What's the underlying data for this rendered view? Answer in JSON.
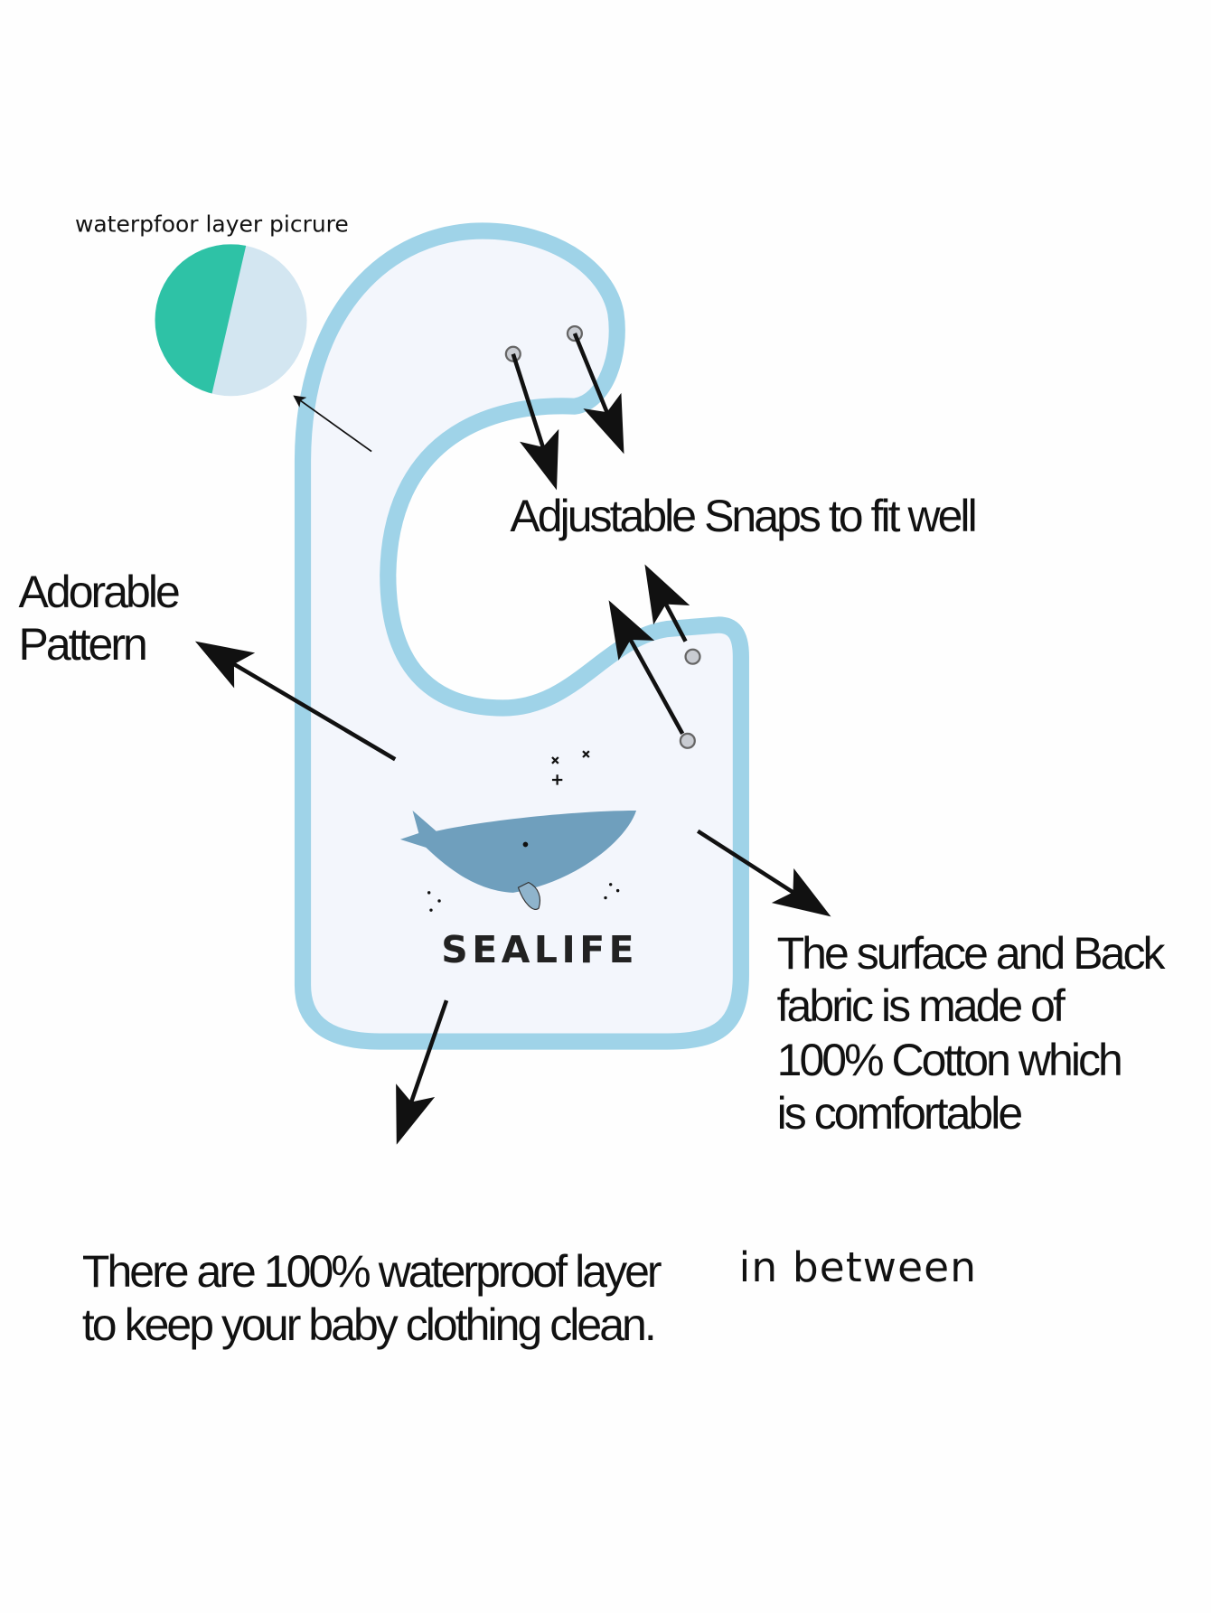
{
  "inset": {
    "label": "waterpfoor layer picrure"
  },
  "callouts": {
    "snaps": "Adjustable Snaps to fit well",
    "pattern_line1": "Adorable",
    "pattern_line2": "Pattern",
    "fabric_line1": "The surface and Back",
    "fabric_line2": "fabric is made of",
    "fabric_line3": "100% Cotton which",
    "fabric_line4": "is comfortable",
    "waterproof_line1": "There are 100% waterproof layer",
    "waterproof_line1_tail": "in between",
    "waterproof_line2": "to keep your baby clothing  clean."
  },
  "bib": {
    "print_text": "SEALIFE"
  },
  "colors": {
    "trim": "#9fd3e8",
    "fabric": "#f3f6fc",
    "waterproof": "#2ec2a6",
    "whale": "#6f9fbd"
  }
}
